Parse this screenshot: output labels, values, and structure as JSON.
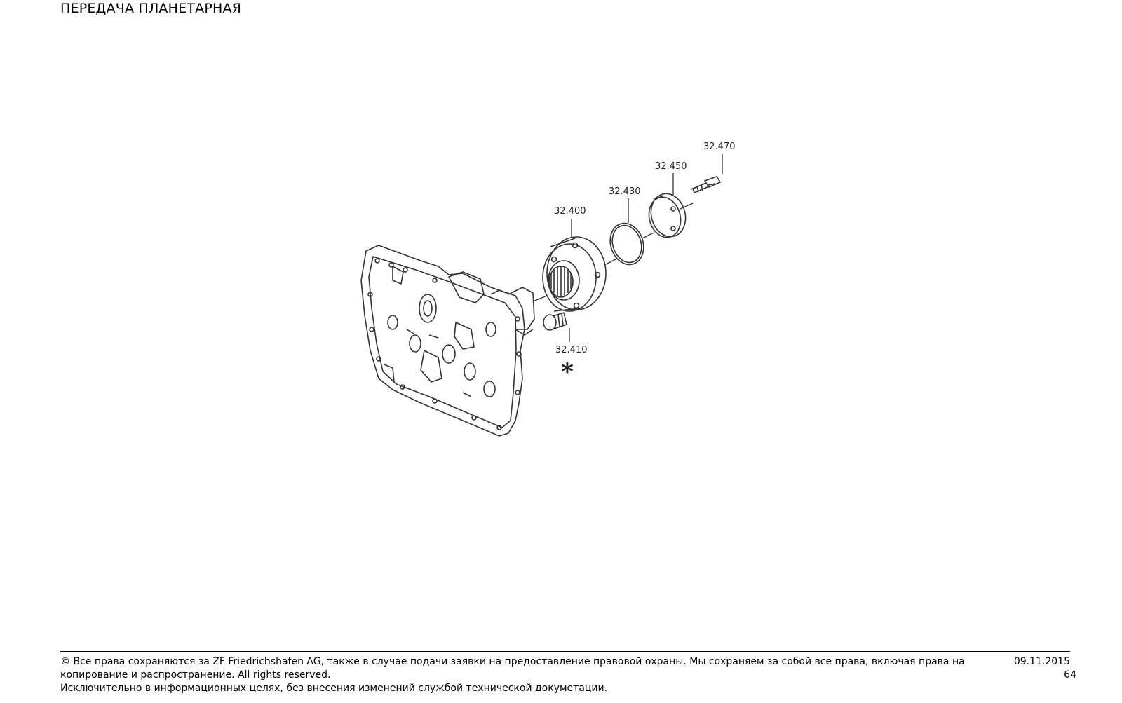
{
  "header": {
    "title": "ПЕРЕДАЧА ПЛАНЕТАРНАЯ"
  },
  "diagram": {
    "callouts": [
      "32.400",
      "32.410",
      "32.430",
      "32.450",
      "32.470"
    ],
    "marker": "*"
  },
  "footer": {
    "copyright_line1": "© Все права сохраняются за ZF Friedrichshafen AG, также в случае подачи заявки на предоставление правовой охраны. Мы сохраняем за собой все права, включая права на",
    "copyright_line2": "копирование и распространение. All rights reserved.",
    "disclaimer": "Исключительно в информационных целях, без внесения изменений службой технической докуметации.",
    "date": "09.11.2015",
    "page": "64"
  }
}
